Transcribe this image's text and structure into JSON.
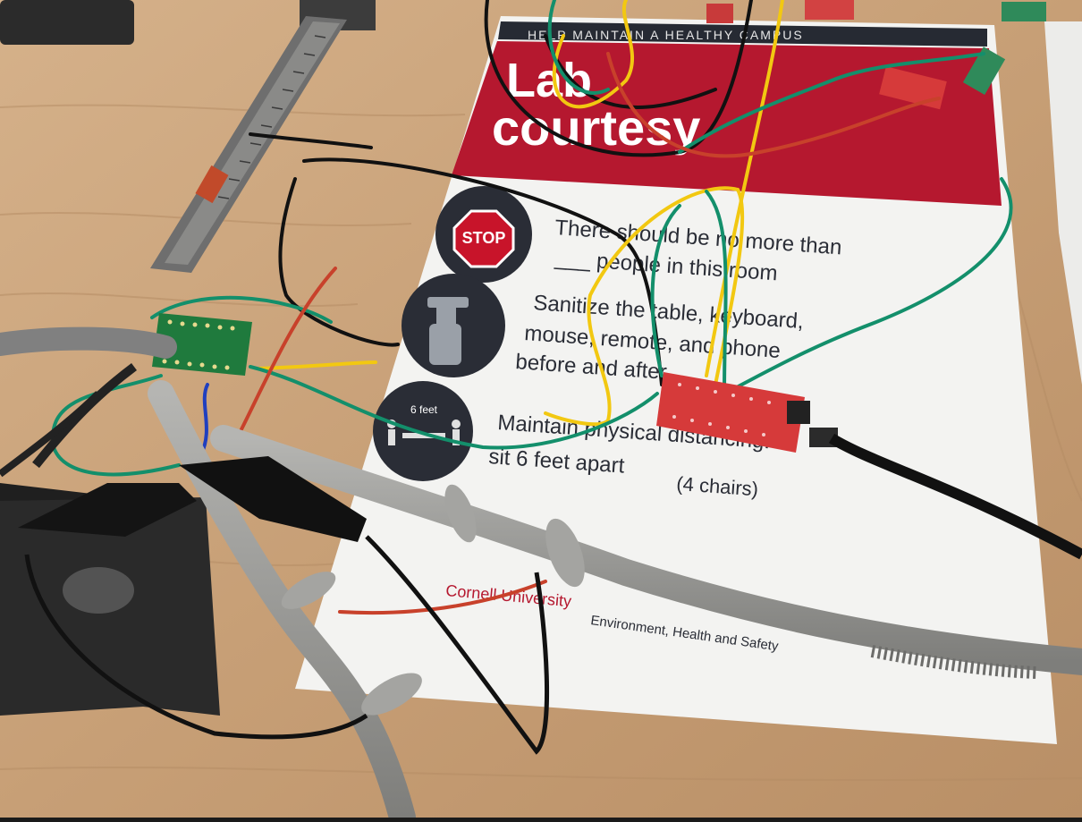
{
  "poster": {
    "header_strip": "HELP MAINTAIN A HEALTHY CAMPUS",
    "title_line1": "Lab",
    "title_line2": "courtesy",
    "stop_sign": "STOP",
    "rule1_line1": "There should be no more than",
    "rule1_line2": "___ people in this room",
    "rule2_line1": "Sanitize the table, keyboard,",
    "rule2_line2": "mouse, remote, and phone",
    "rule2_line3": "before and after",
    "distance_icon_label": "6 feet",
    "rule3_line1": "Maintain physical distancing:",
    "rule3_line2": "sit 6 feet apart",
    "rule3_chairs": "(4 chairs)",
    "footer_org": "Cornell University",
    "footer_dept": "Environment, Health and Safety"
  },
  "colors": {
    "bench_wood": "#c9a27a",
    "poster_red": "#b5182f",
    "poster_white": "#f4f4f2",
    "icon_dark": "#2a2d36",
    "header_dark": "#262a33",
    "board_red": "#d63a3a",
    "board_green": "#1f7a3d",
    "probe_gray": "#9c9c9a",
    "wire_black": "#111111",
    "wire_yellow": "#f2c811",
    "wire_green": "#138f6b",
    "wire_red": "#c8412b",
    "wire_blue": "#1f3fbf"
  },
  "objects": {
    "caliper": "caliper",
    "breakout_board": "green breakout board",
    "microcontroller": "red microcontroller board",
    "oscilloscope_probes": "oscilloscope probes",
    "alligator_clips": "alligator clips",
    "helping_hands_base": "helping hands base"
  }
}
